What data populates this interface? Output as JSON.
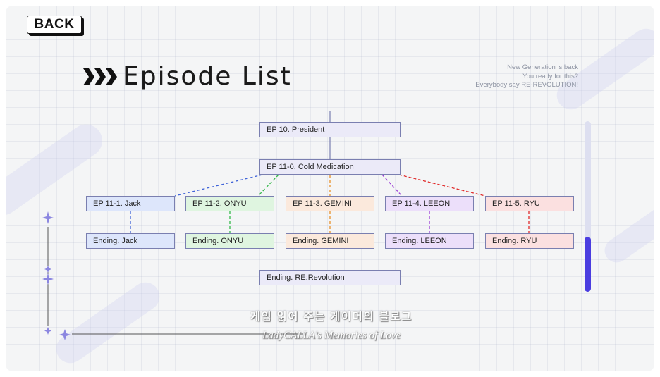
{
  "back_label": "BACK",
  "title": "Episode List",
  "tagline": [
    "New Generation is back",
    "You ready for this?",
    "Everybody say RE-REVOLUTION!"
  ],
  "nodes": {
    "ep10": "EP 10. President",
    "ep11_0": "EP 11-0. Cold Medication",
    "ep11_1": "EP 11-1. Jack",
    "ep11_2": "EP 11-2. ONYU",
    "ep11_3": "EP 11-3. GEMINI",
    "ep11_4": "EP 11-4. LEEON",
    "ep11_5": "EP 11-5. RYU",
    "end_jack": "Ending. Jack",
    "end_onyu": "Ending. ONYU",
    "end_gemini": "Ending. GEMINI",
    "end_leeon": "Ending. LEEON",
    "end_ryu": "Ending. RYU",
    "end_rerevolution": "Ending. RE:Revolution"
  },
  "colors": {
    "accent": "#4a3de0",
    "jack": "#3f63d8",
    "onyu": "#34b84a",
    "gemini": "#e8902a",
    "leeon": "#9b3fd6",
    "ryu": "#e02a2a",
    "jack_fill": "#dde6fb",
    "onyu_fill": "#dff5e0",
    "gemini_fill": "#fbe9dc",
    "leeon_fill": "#ecdffa",
    "ryu_fill": "#fbe0e0",
    "main_fill": "#ebeaf8"
  },
  "watermark": {
    "line1": "게임 읽어 주는 게이머의 블로그",
    "line2": "LadyCALLA's Memories of Love"
  }
}
